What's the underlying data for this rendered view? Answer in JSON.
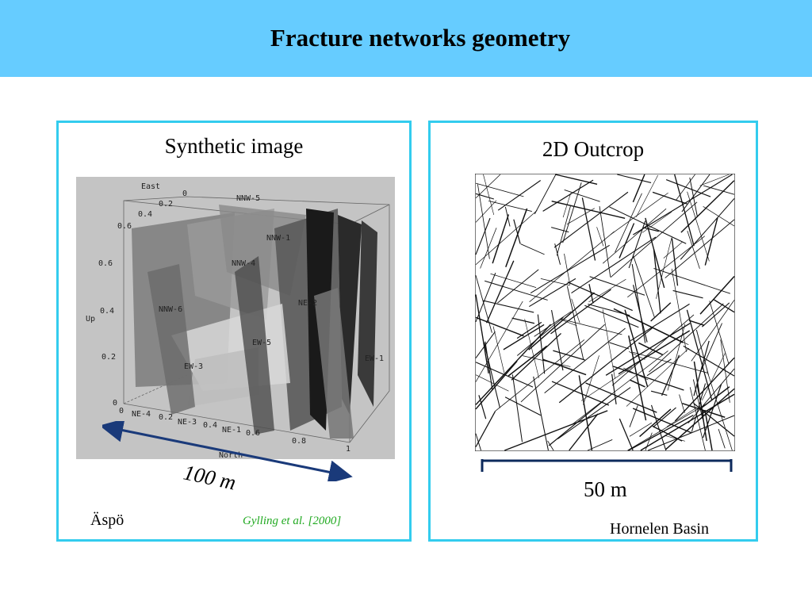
{
  "header": {
    "title": "Fracture networks geometry"
  },
  "left_panel": {
    "title": "Synthetic image",
    "scale_label": "100 m",
    "location": "Äspö",
    "citation": "Gylling et al. [2000]",
    "figure": {
      "axis_east_label": "East",
      "axis_up_label": "Up",
      "axis_north_label": "North",
      "east_ticks": [
        "0",
        "0.2",
        "0.4",
        "0.6"
      ],
      "up_ticks": [
        "0.6",
        "0.4",
        "0.2",
        "0"
      ],
      "north_ticks": [
        "0",
        "0.2",
        "0.4",
        "0.6",
        "0.8",
        "1"
      ],
      "zone_labels": [
        "NNW-5",
        "NNW-1",
        "NNW-4",
        "NNW-6",
        "NE-2",
        "EW-5",
        "EW-3",
        "EW-1",
        "NE-4",
        "NE-3",
        "NE-1"
      ]
    }
  },
  "right_panel": {
    "title": "2D Outcrop",
    "scale_label": "50 m",
    "location": "Hornelen Basin"
  },
  "colors": {
    "header_bg": "#66ccff",
    "panel_border": "#33ccee",
    "arrow": "#1a3a7a",
    "citation": "#22aa22",
    "scale_bar": "#0d2a5c"
  }
}
